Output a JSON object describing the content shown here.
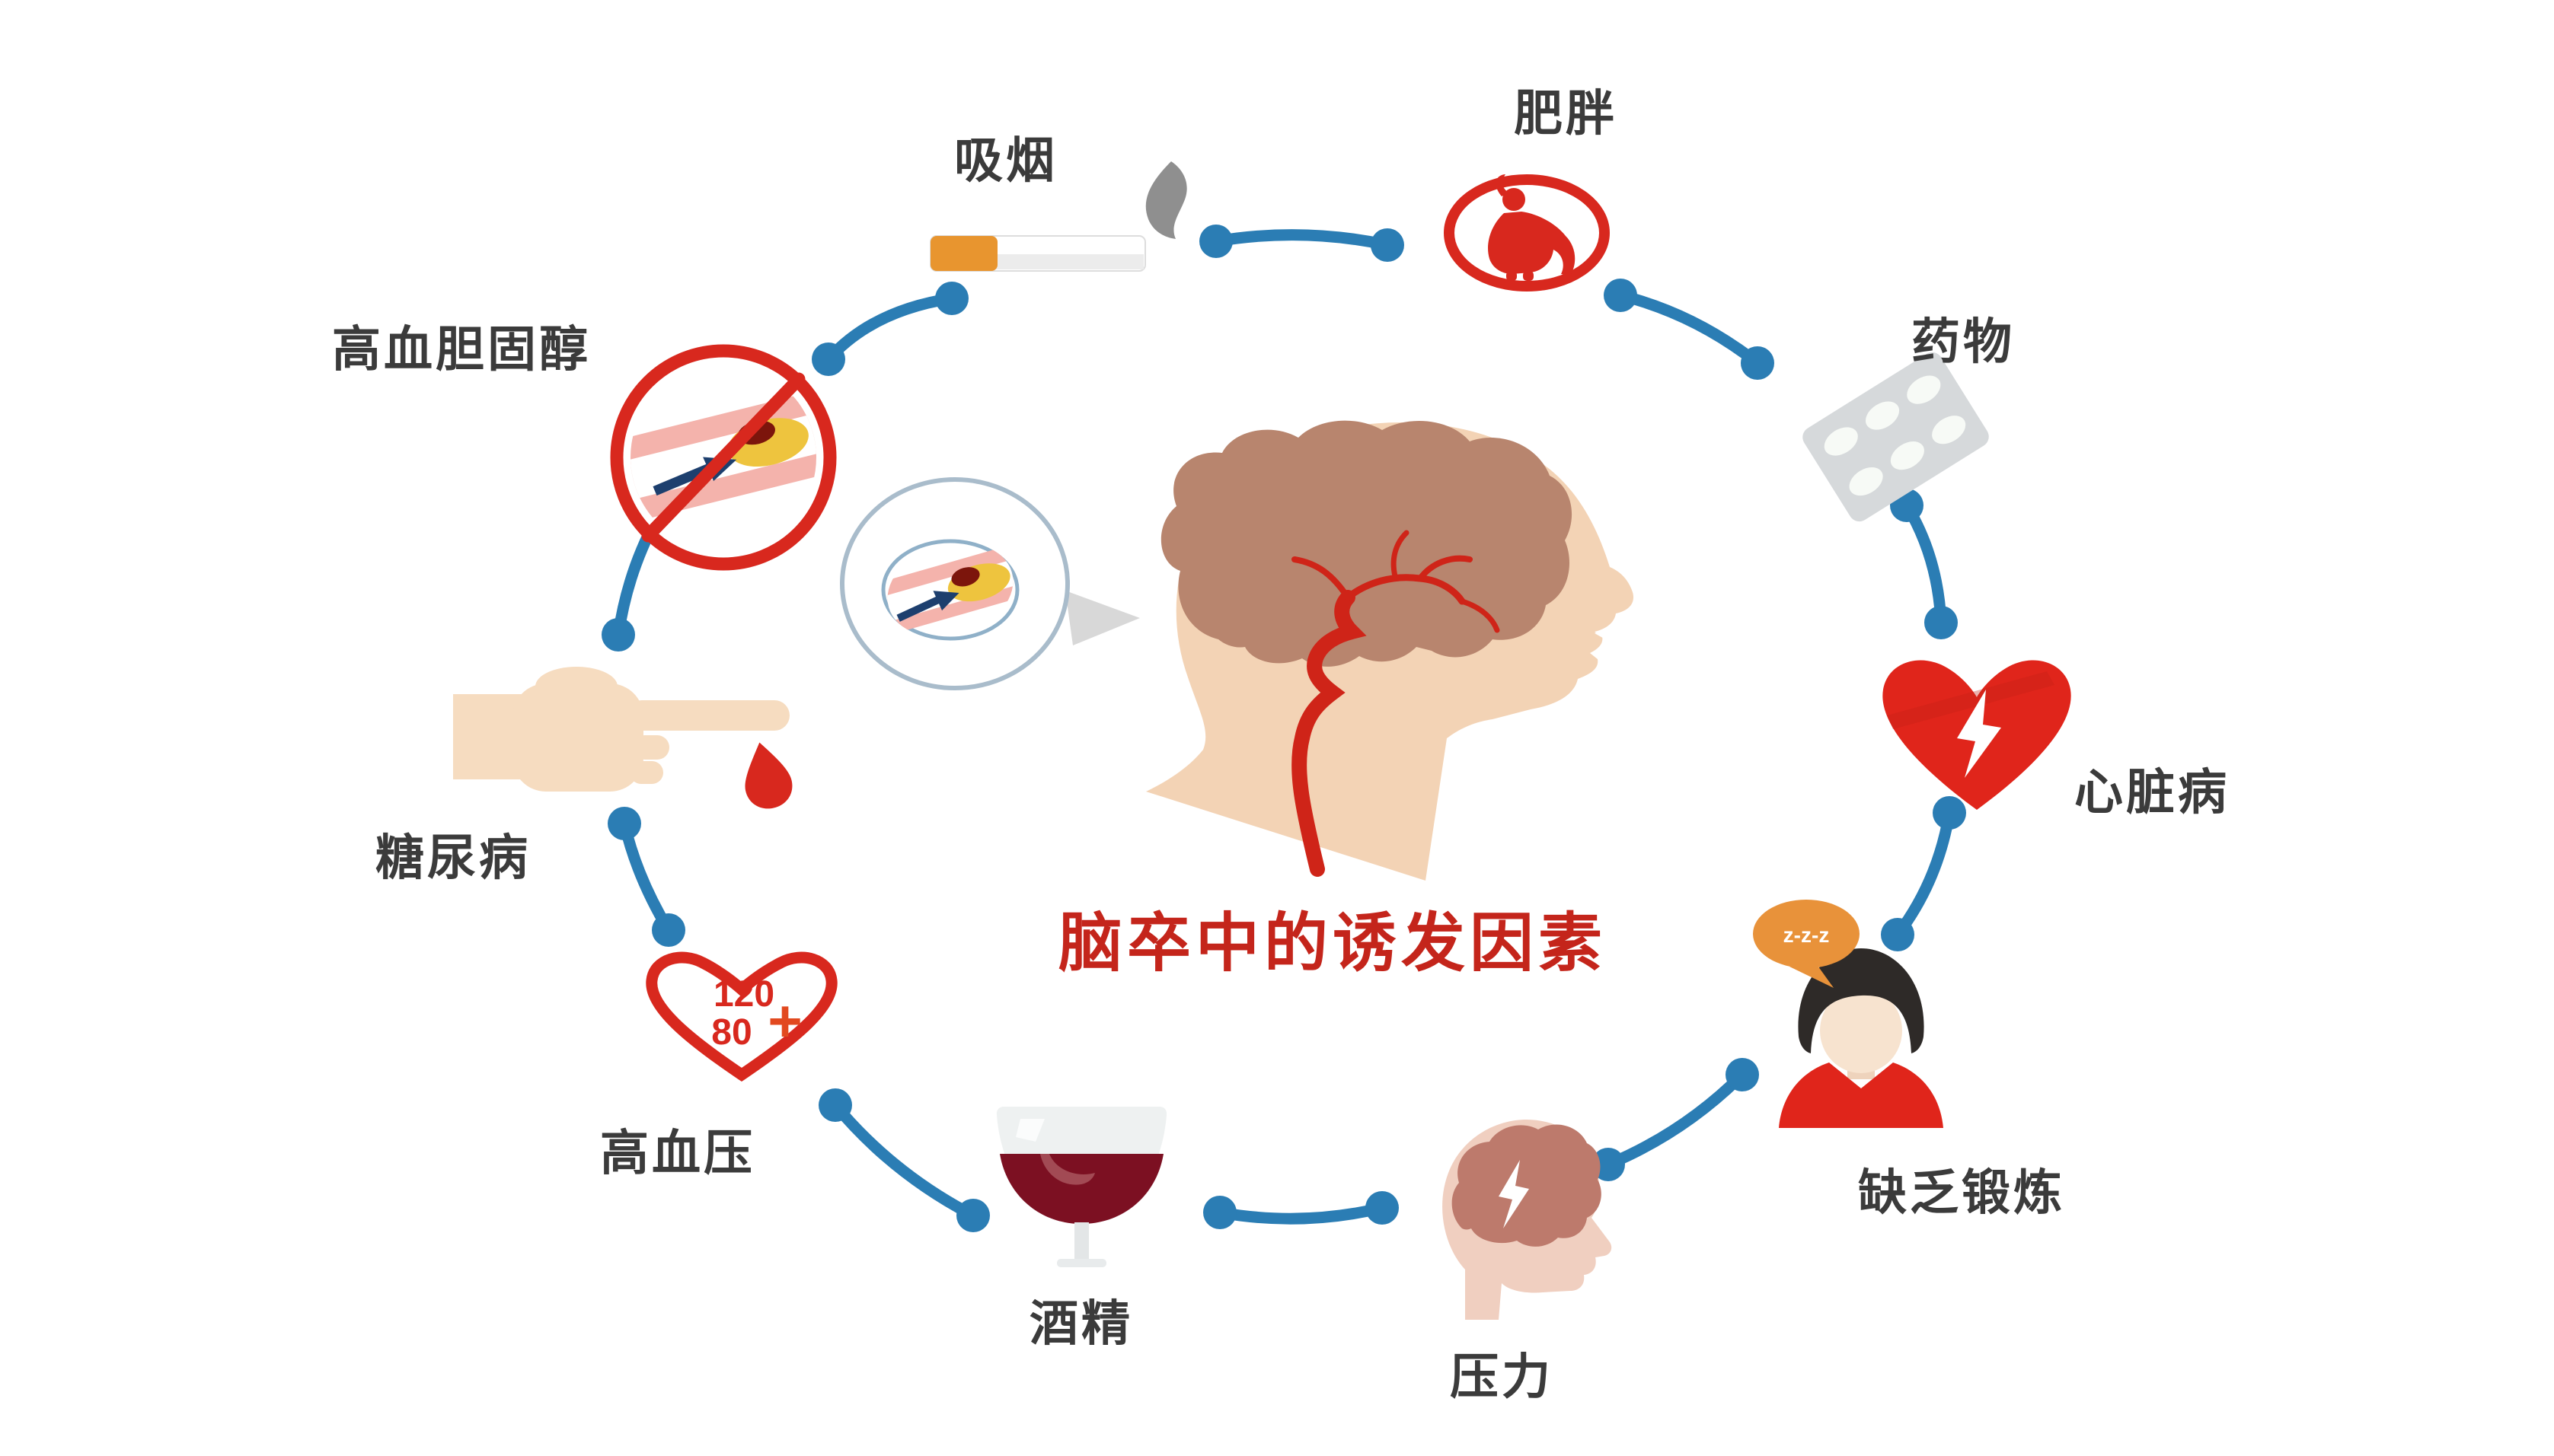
{
  "title": {
    "text": "脑卒中的诱发因素"
  },
  "factors": [
    {
      "id": "smoking",
      "label": "吸烟",
      "icon": "cigarette-icon"
    },
    {
      "id": "obesity",
      "label": "肥胖",
      "icon": "obese-person-icon"
    },
    {
      "id": "drugs",
      "label": "药物",
      "icon": "pill-blister-icon"
    },
    {
      "id": "heart-disease",
      "label": "心脏病",
      "icon": "heart-lightning-icon"
    },
    {
      "id": "lack-of-exercise",
      "label": "缺乏锻炼",
      "icon": "sedentary-person-icon",
      "bubble": "z-z-z"
    },
    {
      "id": "stress",
      "label": "压力",
      "icon": "stressed-brain-head-icon"
    },
    {
      "id": "alcohol",
      "label": "酒精",
      "icon": "wine-glass-icon"
    },
    {
      "id": "hypertension",
      "label": "高血压",
      "icon": "blood-pressure-heart-icon",
      "systolic": "120",
      "diastolic": "80",
      "plus": "+"
    },
    {
      "id": "diabetes",
      "label": "糖尿病",
      "icon": "finger-blood-drop-icon"
    },
    {
      "id": "high-cholesterol",
      "label": "高血胆固醇",
      "icon": "clogged-artery-no-icon"
    }
  ],
  "center": {
    "illustration": "head-profile-with-brain-artery",
    "magnifier": "artery-plaque-magnifier"
  },
  "colors": {
    "connector_blue": "#2b7db4",
    "accent_red": "#d8281e",
    "title_red": "#c4251b",
    "heart_red": "#e0251b",
    "wine_red": "#7c1022",
    "bubble_orange": "#e8923a",
    "cigarette_orange": "#e8952f",
    "smoke_gray": "#8f8f8f",
    "pill_gray": "#d6d9db",
    "skin": "#f3d3b5",
    "brain_brown": "#b8856e",
    "artery_pink": "#f4b3ac",
    "plaque_yellow": "#eec43e",
    "clot_dark": "#7c150c",
    "arrow_navy": "#1d3f6e"
  }
}
